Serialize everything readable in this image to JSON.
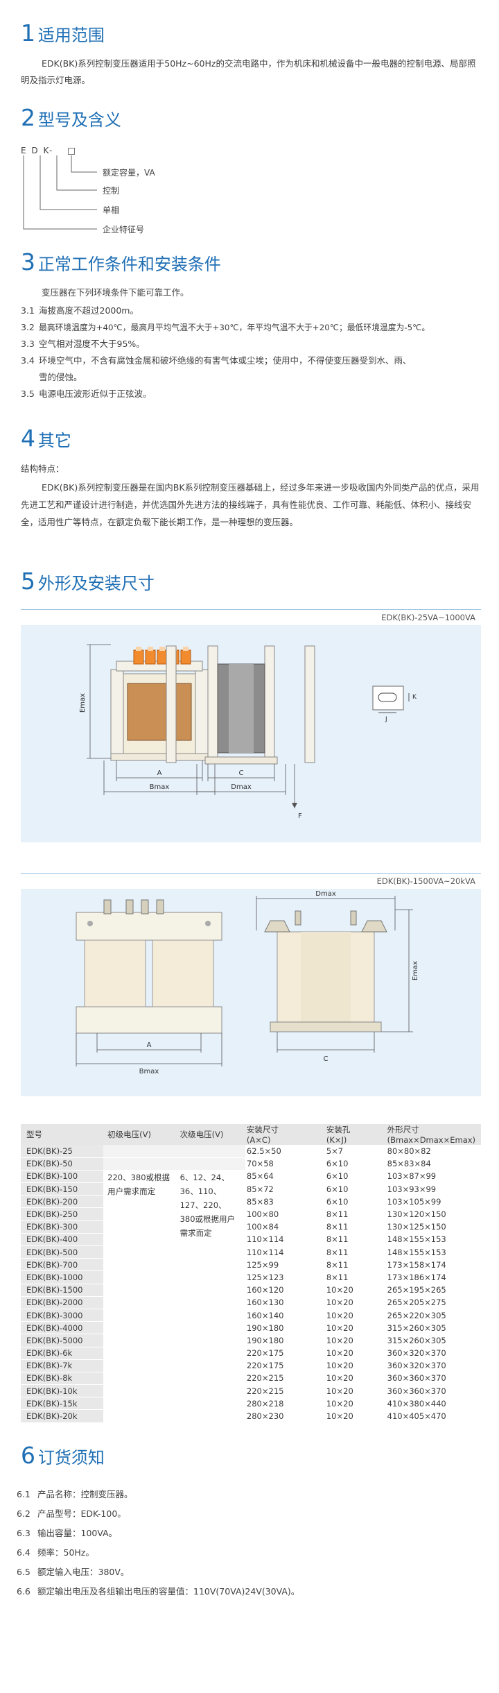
{
  "s1": {
    "num": "1",
    "title": "适用范围",
    "text": "EDK(BK)系列控制变压器适用于50Hz~60Hz的交流电路中，作为机床和机械设备中一般电器的控制电源、局部照明及指示灯电源。"
  },
  "s2": {
    "num": "2",
    "title": "型号及含义",
    "code": "E D K-",
    "items": [
      "额定容量，VA",
      "控制",
      "单相",
      "企业特征号"
    ]
  },
  "s3": {
    "num": "3",
    "title": "正常工作条件和安装条件",
    "intro": "变压器在下列环境条件下能可靠工作。",
    "items": [
      {
        "n": "3.1",
        "t": "海拔高度不超过2000m。"
      },
      {
        "n": "3.2",
        "t": "最高环境温度为+40℃，最高月平均气温不大于+30℃，年平均气温不大于+20℃；最低环境温度为-5℃。"
      },
      {
        "n": "3.3",
        "t": "空气相对湿度不大于95%。"
      },
      {
        "n": "3.4",
        "t": "环境空气中，不含有腐蚀金属和破坏绝缘的有害气体或尘埃；使用中，不得使变压器受到水、雨、"
      },
      {
        "n": "",
        "t": "雪的侵蚀。"
      },
      {
        "n": "3.5",
        "t": "电源电压波形近似于正弦波。"
      }
    ]
  },
  "s4": {
    "num": "4",
    "title": "其它",
    "label": "结构特点：",
    "text": "EDK(BK)系列控制变压器是在国内BK系列控制变压器基础上，经过多年来进一步吸收国内外同类产品的优点，采用先进工艺和严谨设计进行制造，并优选国外先进方法的接线端子，具有性能优良、工作可靠、耗能低、体积小、接线安全，适用性广等特点，在额定负载下能长期工作，是一种理想的变压器。"
  },
  "s5": {
    "num": "5",
    "title": "外形及安装尺寸",
    "fig1_caption": "EDK(BK)-25VA~1000VA",
    "fig2_caption": "EDK(BK)-1500VA~20kVA",
    "fig1_labels": {
      "emax": "Emax",
      "a": "A",
      "bmax": "Bmax",
      "c": "C",
      "dmax": "Dmax",
      "f": "F",
      "k": "K",
      "j": "J"
    },
    "fig2_labels": {
      "dmax": "Dmax",
      "emax": "Emax",
      "a": "A",
      "bmax": "Bmax",
      "c": "C"
    }
  },
  "table": {
    "headers": {
      "model": "型号",
      "primary": "初级电压(V)",
      "secondary": "次级电压(V)",
      "mount": "安装尺寸",
      "mount_sub": "(A×C)",
      "hole": "安装孔",
      "hole_sub": "(K×J)",
      "outline": "外形尺寸",
      "outline_sub": "(Bmax×Dmax×Emax)"
    },
    "primary_note": "220、380或根据用户需求而定",
    "secondary_note": "6、12、24、36、110、127、220、380或根据用户需求而定",
    "rows": [
      {
        "model": "EDK(BK)-25",
        "mount": "62.5×50",
        "hole": "5×7",
        "outline": "80×80×82"
      },
      {
        "model": "EDK(BK)-50",
        "mount": "70×58",
        "hole": "6×10",
        "outline": "85×83×84"
      },
      {
        "model": "EDK(BK)-100",
        "mount": "85×64",
        "hole": "6×10",
        "outline": "103×87×99"
      },
      {
        "model": "EDK(BK)-150",
        "mount": "85×72",
        "hole": "6×10",
        "outline": "103×93×99"
      },
      {
        "model": "EDK(BK)-200",
        "mount": "85×83",
        "hole": "6×10",
        "outline": "103×105×99"
      },
      {
        "model": "EDK(BK)-250",
        "mount": "100×80",
        "hole": "8×11",
        "outline": "130×120×150"
      },
      {
        "model": "EDK(BK)-300",
        "mount": "100×84",
        "hole": "8×11",
        "outline": "130×125×150"
      },
      {
        "model": "EDK(BK)-400",
        "mount": "110×114",
        "hole": "8×11",
        "outline": "148×155×153"
      },
      {
        "model": "EDK(BK)-500",
        "mount": "110×114",
        "hole": "8×11",
        "outline": "148×155×153"
      },
      {
        "model": "EDK(BK)-700",
        "mount": "125×99",
        "hole": "8×11",
        "outline": "173×158×174"
      },
      {
        "model": "EDK(BK)-1000",
        "mount": "125×123",
        "hole": "8×11",
        "outline": "173×186×174"
      },
      {
        "model": "EDK(BK)-1500",
        "mount": "160×120",
        "hole": "10×20",
        "outline": "265×195×265"
      },
      {
        "model": "EDK(BK)-2000",
        "mount": "160×130",
        "hole": "10×20",
        "outline": "265×205×275"
      },
      {
        "model": "EDK(BK)-3000",
        "mount": "160×140",
        "hole": "10×20",
        "outline": "265×220×305"
      },
      {
        "model": "EDK(BK)-4000",
        "mount": "190×180",
        "hole": "10×20",
        "outline": "315×260×305"
      },
      {
        "model": "EDK(BK)-5000",
        "mount": "190×180",
        "hole": "10×20",
        "outline": "315×260×305"
      },
      {
        "model": "EDK(BK)-6k",
        "mount": "220×175",
        "hole": "10×20",
        "outline": "360×320×370"
      },
      {
        "model": "EDK(BK)-7k",
        "mount": "220×175",
        "hole": "10×20",
        "outline": "360×320×370"
      },
      {
        "model": "EDK(BK)-8k",
        "mount": "220×215",
        "hole": "10×20",
        "outline": "360×360×370"
      },
      {
        "model": "EDK(BK)-10k",
        "mount": "220×215",
        "hole": "10×20",
        "outline": "360×360×370"
      },
      {
        "model": "EDK(BK)-15k",
        "mount": "280×218",
        "hole": "10×20",
        "outline": "410×380×440"
      },
      {
        "model": "EDK(BK)-20k",
        "mount": "280×230",
        "hole": "10×20",
        "outline": "410×405×470"
      }
    ]
  },
  "s6": {
    "num": "6",
    "title": "订货须知",
    "items": [
      {
        "n": "6.1",
        "t": "产品名称：控制变压器。"
      },
      {
        "n": "6.2",
        "t": "产品型号：EDK-100。"
      },
      {
        "n": "6.3",
        "t": "输出容量：100VA。"
      },
      {
        "n": "6.4",
        "t": "频率：50Hz。"
      },
      {
        "n": "6.5",
        "t": "额定输入电压：380V。"
      },
      {
        "n": "6.6",
        "t": "额定输出电压及各组输出电压的容量值：110V(70VA)24V(30VA)。"
      }
    ]
  }
}
